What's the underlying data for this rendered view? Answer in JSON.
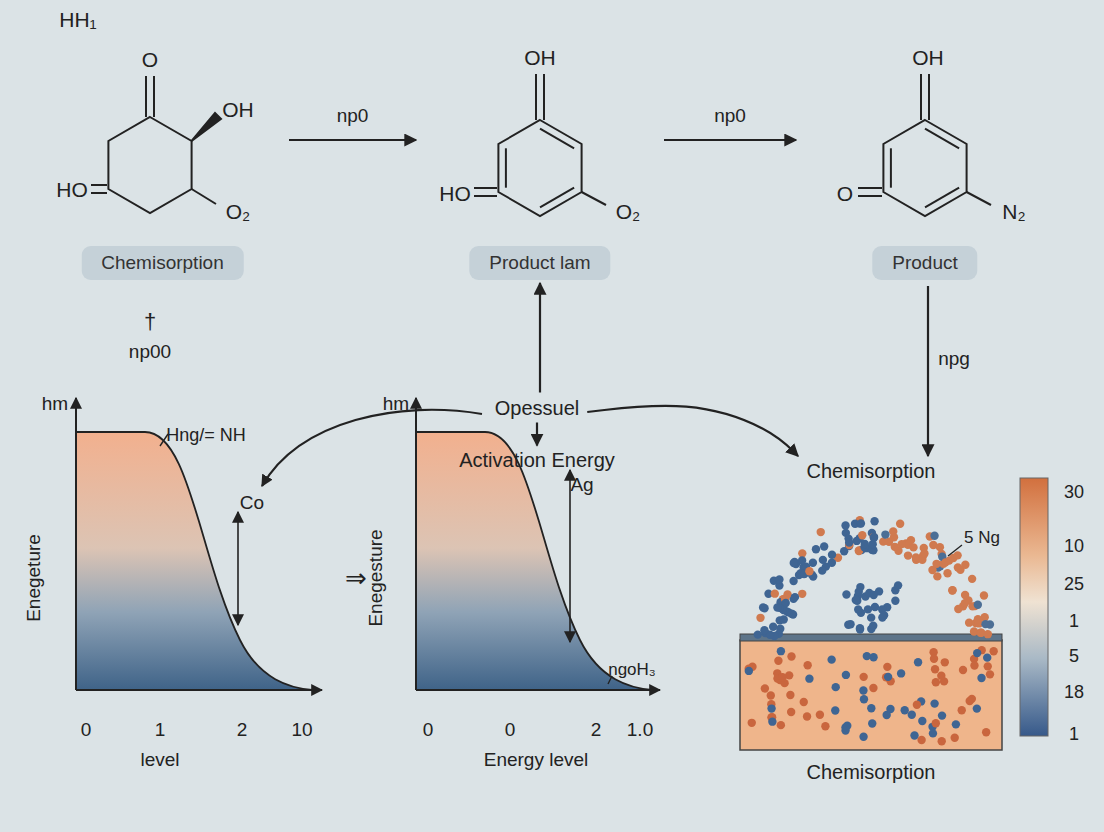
{
  "diagram": {
    "nodes": [
      {
        "text": [
          "Chemisorption"
        ]
      },
      {
        "text": [
          "Product lam"
        ]
      },
      {
        "text": [
          "Product"
        ]
      },
      {
        "text": [
          "Opessuel"
        ]
      },
      {
        "text": [
          "Activation Energy"
        ]
      },
      {
        "text": [
          "Chemisorption",
          "Chemisorption"
        ]
      }
    ],
    "edges": [
      {
        "from": 0,
        "to": 1,
        "label": "np0",
        "arrow": "to"
      },
      {
        "from": 1,
        "to": 2,
        "label": "np0",
        "arrow": "to"
      },
      {
        "from": 3,
        "to": 1,
        "arrow": "to"
      },
      {
        "from": 3,
        "to": 4,
        "arrow": "to"
      },
      {
        "from": 2,
        "to": 5,
        "label": "npg",
        "arrow": "to"
      },
      {
        "from": 3,
        "to": 5,
        "arrow": "to"
      }
    ],
    "labels": [
      "HH₁",
      "O",
      "OH",
      "HO",
      "O₂",
      "OH",
      "HO",
      "O₂",
      "OH",
      "O",
      "N₂",
      "†",
      "np00",
      "hm",
      "Enegeture",
      "Hng/= NH",
      "Co",
      "0",
      "1",
      "2",
      "10",
      "level",
      "⇒",
      "hm",
      "Enegesture",
      "Ag",
      "ngoH₃",
      "0",
      "0",
      "2",
      "1.0",
      "Energy level",
      "5 Ng",
      "30",
      "10",
      "25",
      "1",
      "5",
      "18",
      "1"
    ]
  }
}
